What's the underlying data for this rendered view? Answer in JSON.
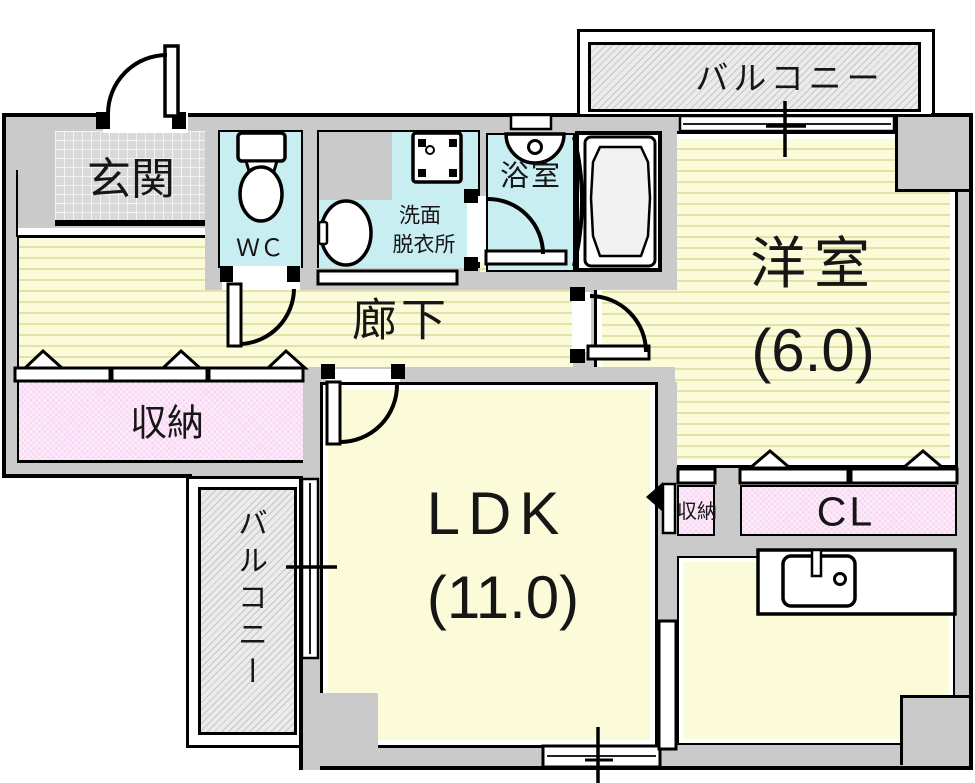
{
  "plan": {
    "type": "apartment-floor-plan",
    "rooms": {
      "genkan": {
        "label": "玄関"
      },
      "wc": {
        "label": "ＷＣ"
      },
      "washroom": {
        "line1": "洗面",
        "line2": "脱衣所"
      },
      "bathroom": {
        "label": "浴室"
      },
      "hallway": {
        "label": "廊下"
      },
      "storage_left": {
        "label": "収納"
      },
      "storage_right": {
        "label": "収納"
      },
      "closet": {
        "label": "CL"
      },
      "western_room": {
        "label": "洋室",
        "size": "(6.0)"
      },
      "ldk": {
        "label": "LDK",
        "size": "(11.0)"
      },
      "balcony_top": {
        "label": "バルコニー"
      },
      "balcony_left": {
        "label": "バルコニー"
      }
    },
    "icons": {
      "toilet": "toilet-plan-symbol",
      "washbasin": "oval-basin-symbol",
      "washing_machine": "square-with-corner-bolts",
      "shower": "semicircle-with-dot",
      "bathtub": "tub-symbol",
      "kitchen_sink": "counter-with-sink-and-faucet",
      "door": "quarter-arc-swing",
      "sliding_window": "double-line-bar-with-cross-tick",
      "closet_doors": "triangle-track-symbols",
      "entry_arrow": "solid-left-arrow"
    },
    "colors": {
      "wall_gray": "#cacaca",
      "floor_yellow": "#fbfbda",
      "floor_stripe": "#e2e2ab",
      "water_blue": "#c9eef2",
      "storage_pink": "#f9d8f4",
      "tile_gray": "#d9d9d9",
      "hatch_gray": "#ebebeb",
      "line_black": "#000000"
    }
  }
}
